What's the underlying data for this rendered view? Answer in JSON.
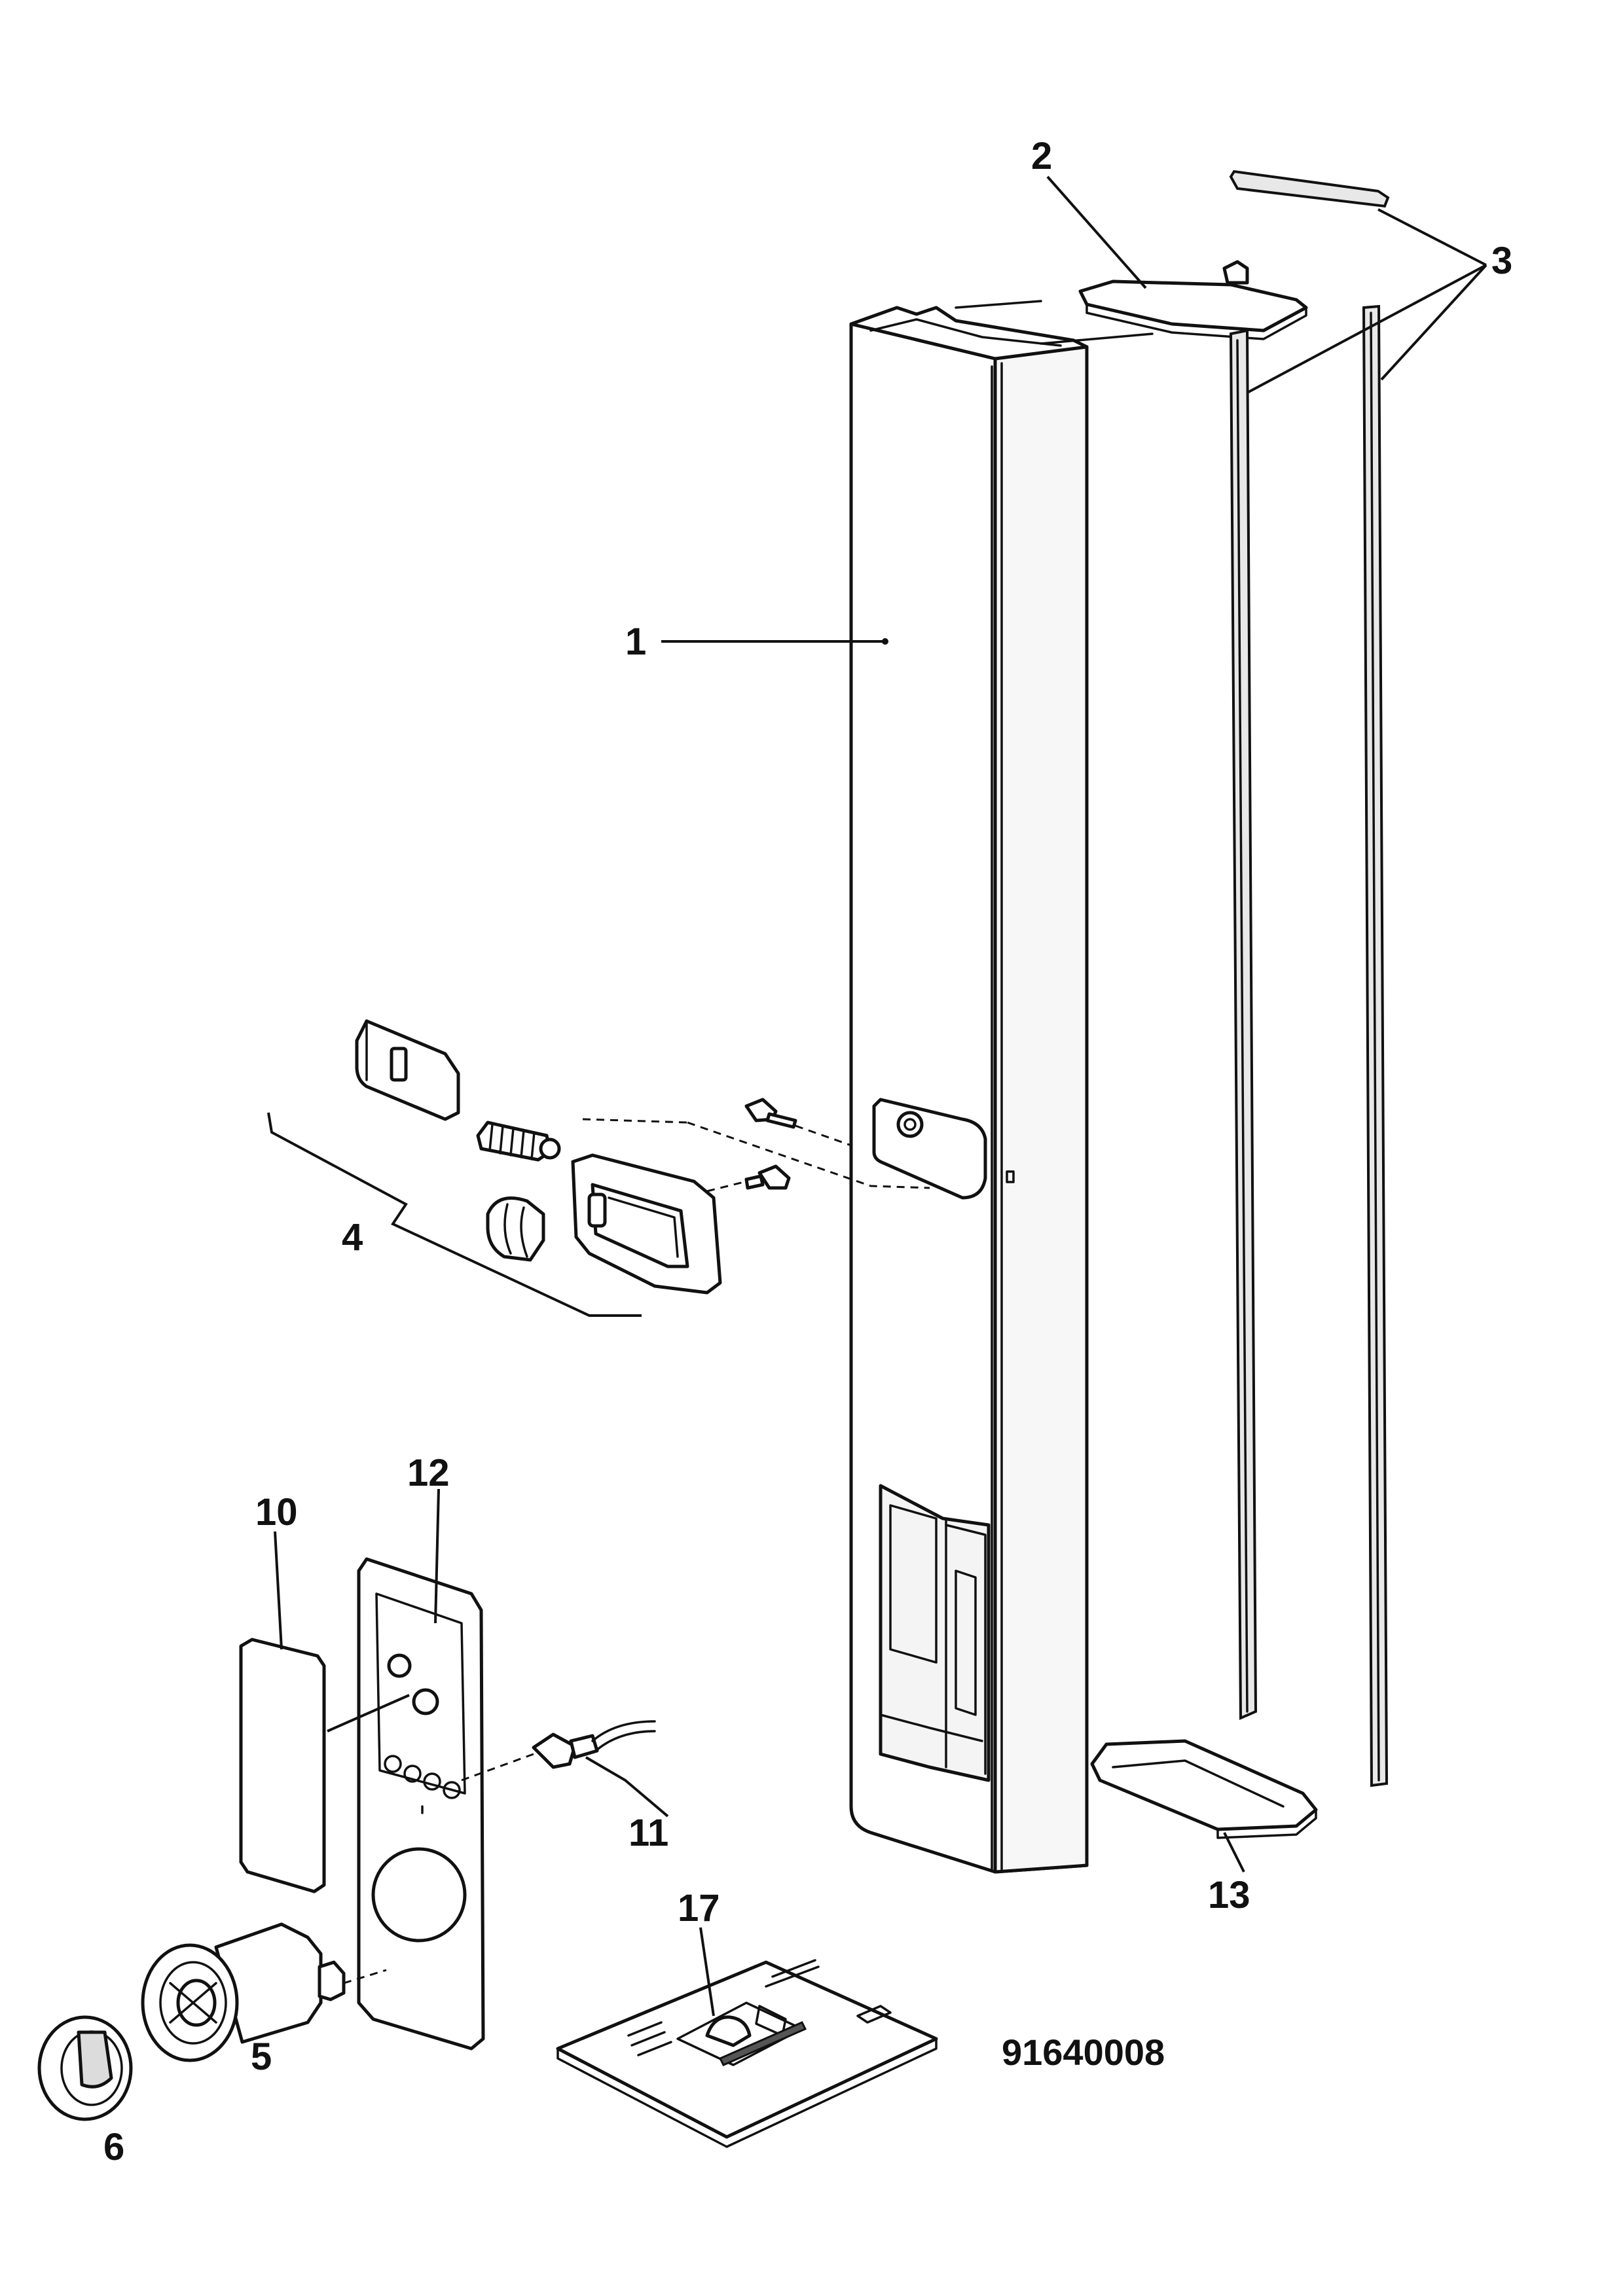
{
  "drawing_number": "91640008",
  "callouts": {
    "c1": "1",
    "c2": "2",
    "c3": "3",
    "c4": "4",
    "c5": "5",
    "c6": "6",
    "c10": "10",
    "c11": "11",
    "c12": "12",
    "c13": "13",
    "c17": "17"
  },
  "colors": {
    "line": "#111111",
    "background": "#ffffff"
  }
}
